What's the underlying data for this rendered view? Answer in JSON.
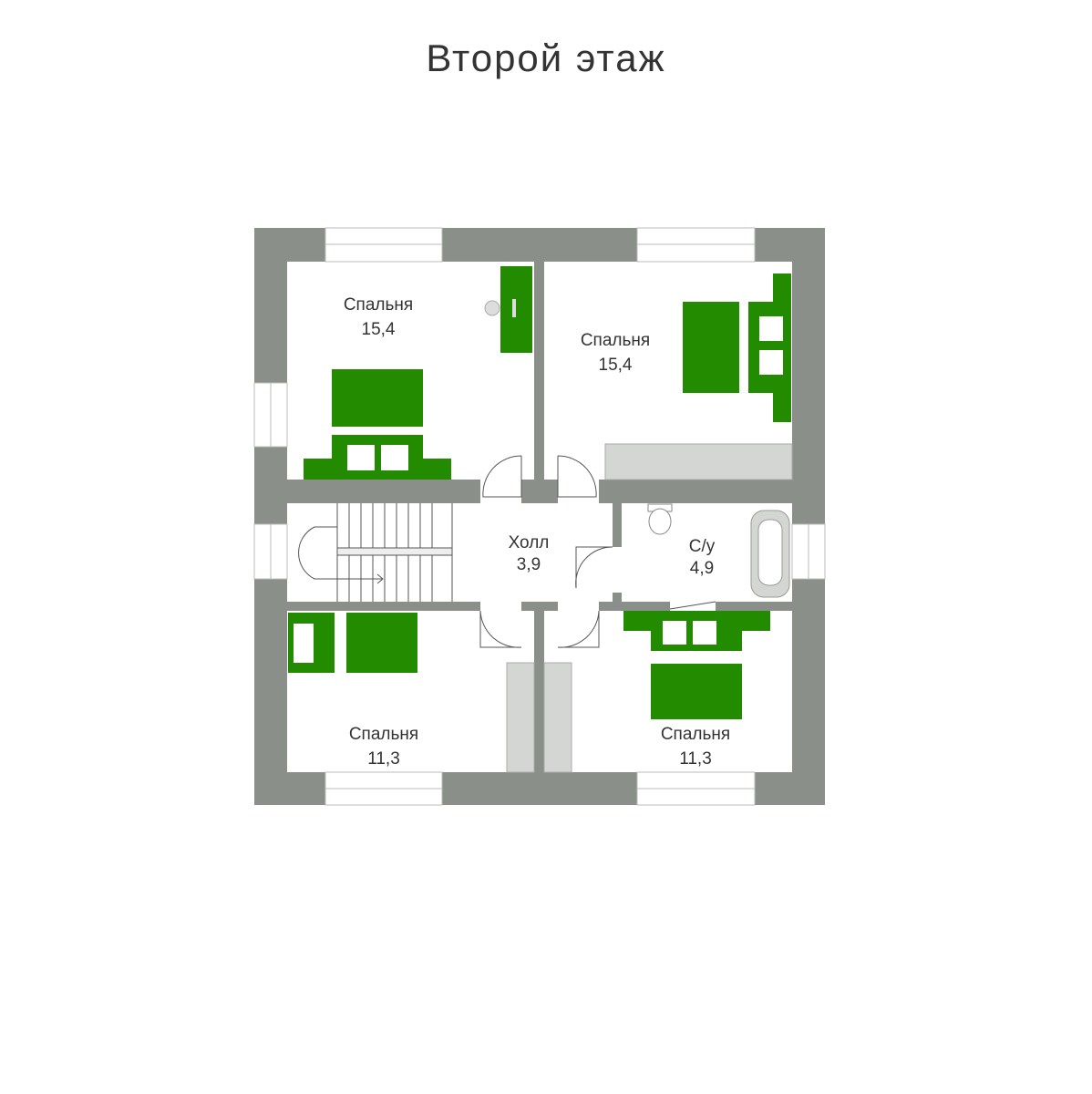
{
  "title": "Второй этаж",
  "colors": {
    "wall": "#8a8f8a",
    "furniture": "#228b00",
    "fixture": "#d4d6d4"
  },
  "rooms": [
    {
      "name": "Спальня",
      "area": "15,4"
    },
    {
      "name": "Спальня",
      "area": "15,4"
    },
    {
      "name": "Холл",
      "area": "3,9"
    },
    {
      "name": "С/у",
      "area": "4,9"
    },
    {
      "name": "Спальня",
      "area": "11,3"
    },
    {
      "name": "Спальня",
      "area": "11,3"
    }
  ]
}
